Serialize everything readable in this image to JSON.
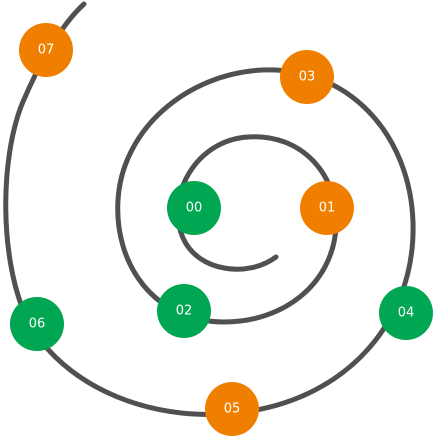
{
  "colors": {
    "line": "#505050",
    "green": "#00A651",
    "orange": "#F07F00",
    "label": "#ffffff"
  },
  "nodes": [
    {
      "label": "00",
      "color": "green"
    },
    {
      "label": "01",
      "color": "orange"
    },
    {
      "label": "02",
      "color": "green"
    },
    {
      "label": "03",
      "color": "orange"
    },
    {
      "label": "04",
      "color": "green"
    },
    {
      "label": "05",
      "color": "orange"
    },
    {
      "label": "06",
      "color": "green"
    },
    {
      "label": "07",
      "color": "orange"
    }
  ]
}
